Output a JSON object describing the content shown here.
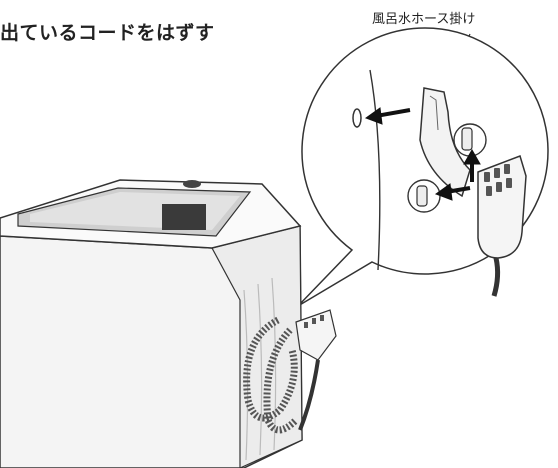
{
  "heading": "出ているコードをはずす",
  "callout_label": "風呂水ホース掛け",
  "colors": {
    "line": "#333333",
    "machine_body": "#f4f4f4",
    "lid_glass": "#cfcfcf",
    "display": "#3a3a3a",
    "arrow": "#111111"
  },
  "icons": [
    "washing-machine",
    "drain-hose",
    "power-plug",
    "hose-hook"
  ]
}
